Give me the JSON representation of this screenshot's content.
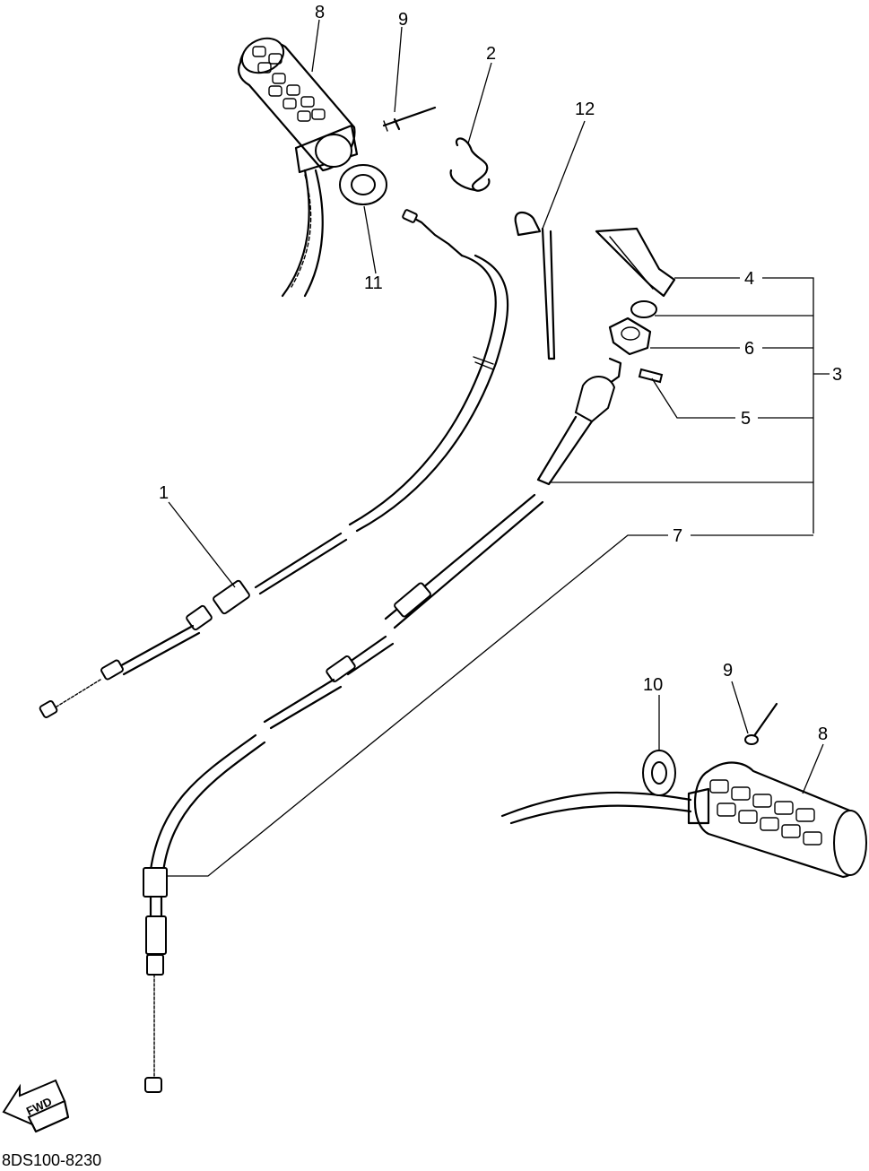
{
  "callouts": {
    "c1": "1",
    "c2": "2",
    "c3": "3",
    "c4": "4",
    "c5": "5",
    "c6": "6",
    "c7": "7",
    "c8_left": "8",
    "c8_right": "8",
    "c9_left": "9",
    "c9_right": "9",
    "c10": "10",
    "c11": "11",
    "c12": "12"
  },
  "fwd_arrow": {
    "label": "FWD"
  },
  "diagram_code": "8DS100-8230"
}
